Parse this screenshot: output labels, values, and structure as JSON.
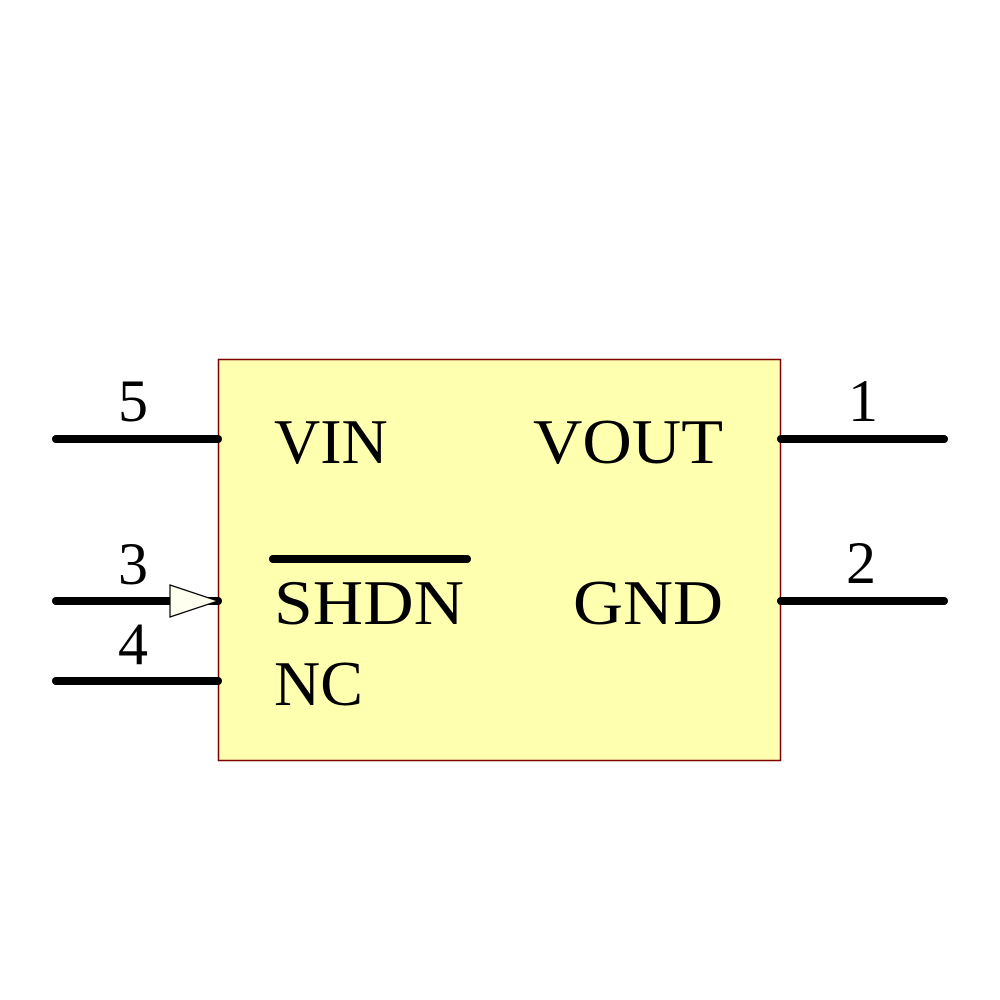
{
  "component": {
    "body_fill": "#FFFFB0",
    "body_stroke": "#800000",
    "pin_color": "#000000"
  },
  "pins": {
    "p5": {
      "number": "5",
      "name": "VIN",
      "side": "left"
    },
    "p3": {
      "number": "3",
      "name": "SHDN",
      "side": "left",
      "active_low": true,
      "input_arrow": true
    },
    "p4": {
      "number": "4",
      "name": "NC",
      "side": "left"
    },
    "p1": {
      "number": "1",
      "name": "VOUT",
      "side": "right"
    },
    "p2": {
      "number": "2",
      "name": "GND",
      "side": "right"
    }
  }
}
